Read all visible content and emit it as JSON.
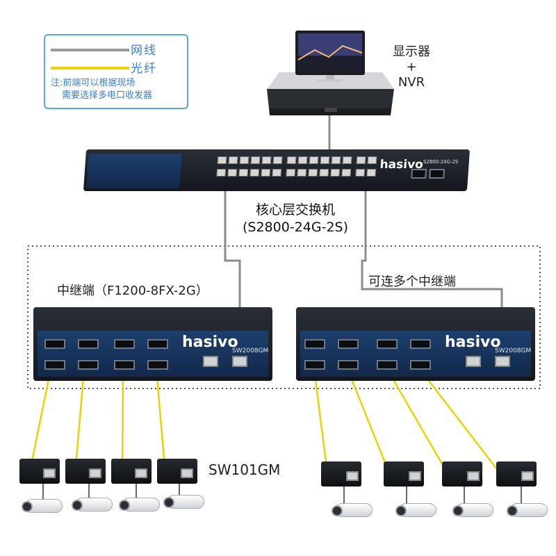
{
  "legend": {
    "network_cable_label": "网线",
    "fiber_label": "光纤",
    "note_line1": "注:前端可以根据现场",
    "note_line2": "需要选择多电口收发器",
    "network_cable_color": "#9a9a9a",
    "fiber_color": "#f0d000"
  },
  "monitor_label": {
    "line1": "显示器",
    "line2": "+",
    "line3": "NVR"
  },
  "core_switch": {
    "label_line1": "核心层交换机",
    "label_line2": "(S2800-24G-2S)",
    "brand": "hasivo",
    "model": "S2800-24G-2S"
  },
  "relay_left": {
    "label": "中继端（F1200-8FX-2G）",
    "brand": "hasivo",
    "model": "SW2008GM"
  },
  "relay_right": {
    "label": "可连多个中继端",
    "brand": "hasivo",
    "model": "SW2008GM"
  },
  "converter_label": "SW101GM",
  "colors": {
    "accent_blue": "#1f5fae",
    "fiber_yellow": "#f0d000",
    "cable_gray": "#9a9a9a"
  }
}
